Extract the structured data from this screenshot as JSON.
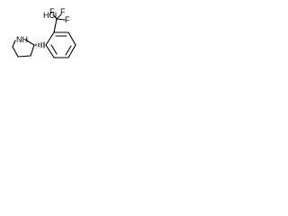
{
  "labels": {
    "hcl": "HCl",
    "nh": "NH",
    "f_top_left": "F",
    "f_top_right": "F",
    "f_right": "F"
  },
  "colors": {
    "background": "#ffffff",
    "ink": "#000000"
  }
}
